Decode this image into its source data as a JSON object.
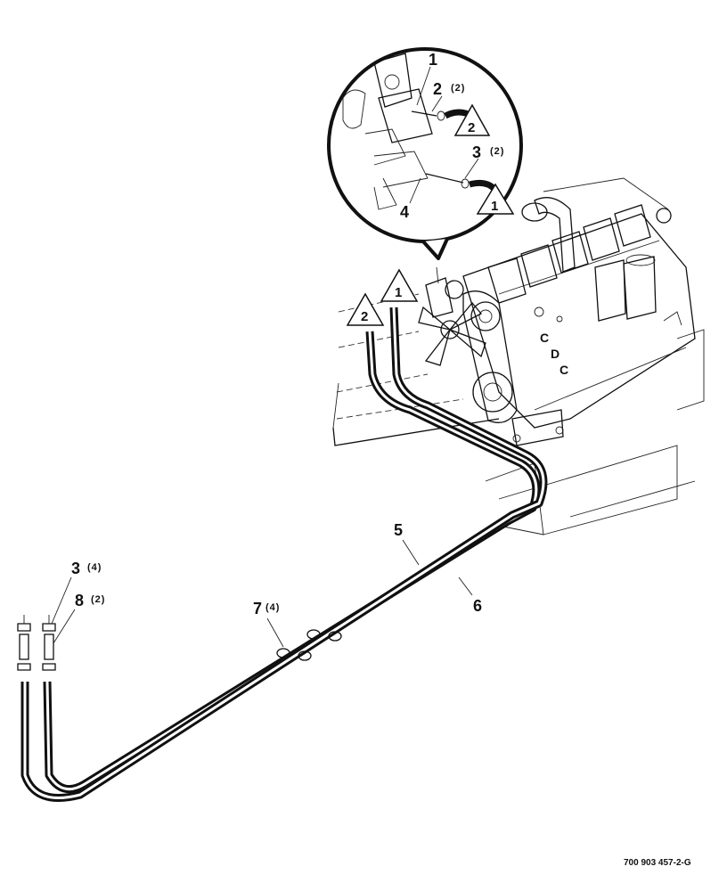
{
  "callouts": {
    "c1": {
      "num": "1"
    },
    "c2": {
      "num": "2",
      "qty": "(2)"
    },
    "c3top": {
      "num": "3",
      "qty": "(2)"
    },
    "c4": {
      "num": "4"
    },
    "c5": {
      "num": "5"
    },
    "c6": {
      "num": "6"
    },
    "c7": {
      "num": "7",
      "qty": "(4)"
    },
    "c3left": {
      "num": "3",
      "qty": "(4)"
    },
    "c8": {
      "num": "8",
      "qty": "(2)"
    }
  },
  "triangles": {
    "detail2": "2",
    "detail1": "1",
    "hose1": "1",
    "hose2": "2"
  },
  "engine_labels": [
    "C",
    "D",
    "C"
  ],
  "figure_code": "700 903 457-2-G"
}
